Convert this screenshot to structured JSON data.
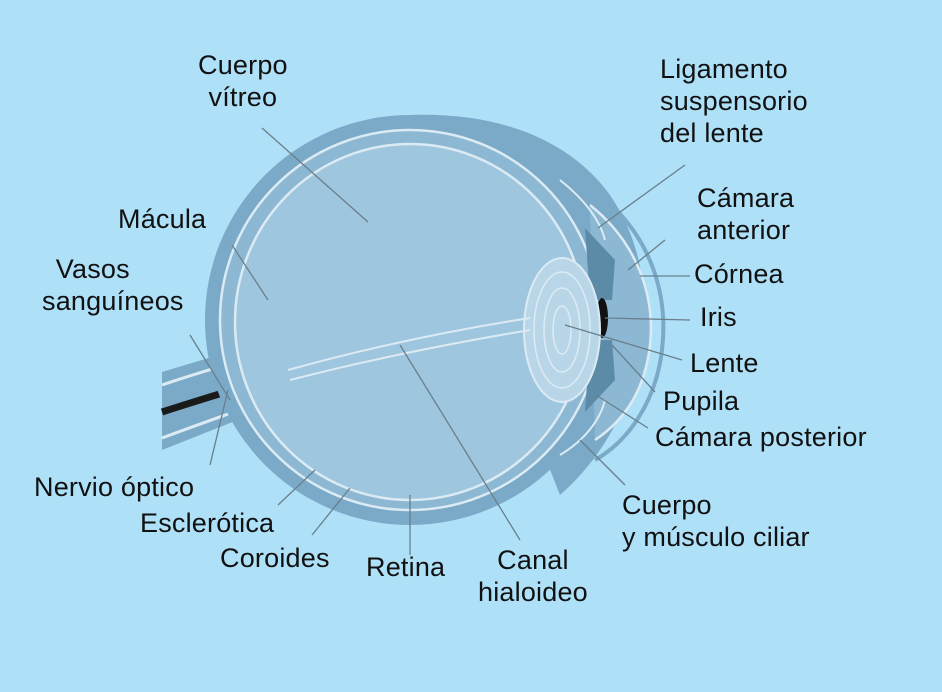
{
  "labels": {
    "cuerpo_vitreo": {
      "line1": "Cuerpo",
      "line2": "vítreo"
    },
    "macula": "Mácula",
    "vasos_sanguineos": {
      "line1": "Vasos",
      "line2": "sanguíneos"
    },
    "nervio_optico": "Nervio óptico",
    "esclerotica": "Esclerótica",
    "coroides": "Coroides",
    "retina": "Retina",
    "canal_hialoideo": {
      "line1": "Canal",
      "line2": "hialoideo"
    },
    "ligamento": {
      "line1": "Ligamento",
      "line2": "suspensorio",
      "line3": "del lente"
    },
    "camara_anterior": {
      "line1": "Cámara",
      "line2": "anterior"
    },
    "cornea": "Córnea",
    "iris": "Iris",
    "lente": "Lente",
    "pupila": "Pupila",
    "camara_posterior": "Cámara posterior",
    "cuerpo_ciliar": {
      "line1": "Cuerpo",
      "line2": "y músculo ciliar"
    }
  },
  "colors": {
    "background": "#aee0f8",
    "sclera": "#7aaac8",
    "vitreous": "#9ec6de",
    "outline": "#dcebf3",
    "nerve": "#1a1a1a",
    "leader": "#6a7f8c"
  }
}
